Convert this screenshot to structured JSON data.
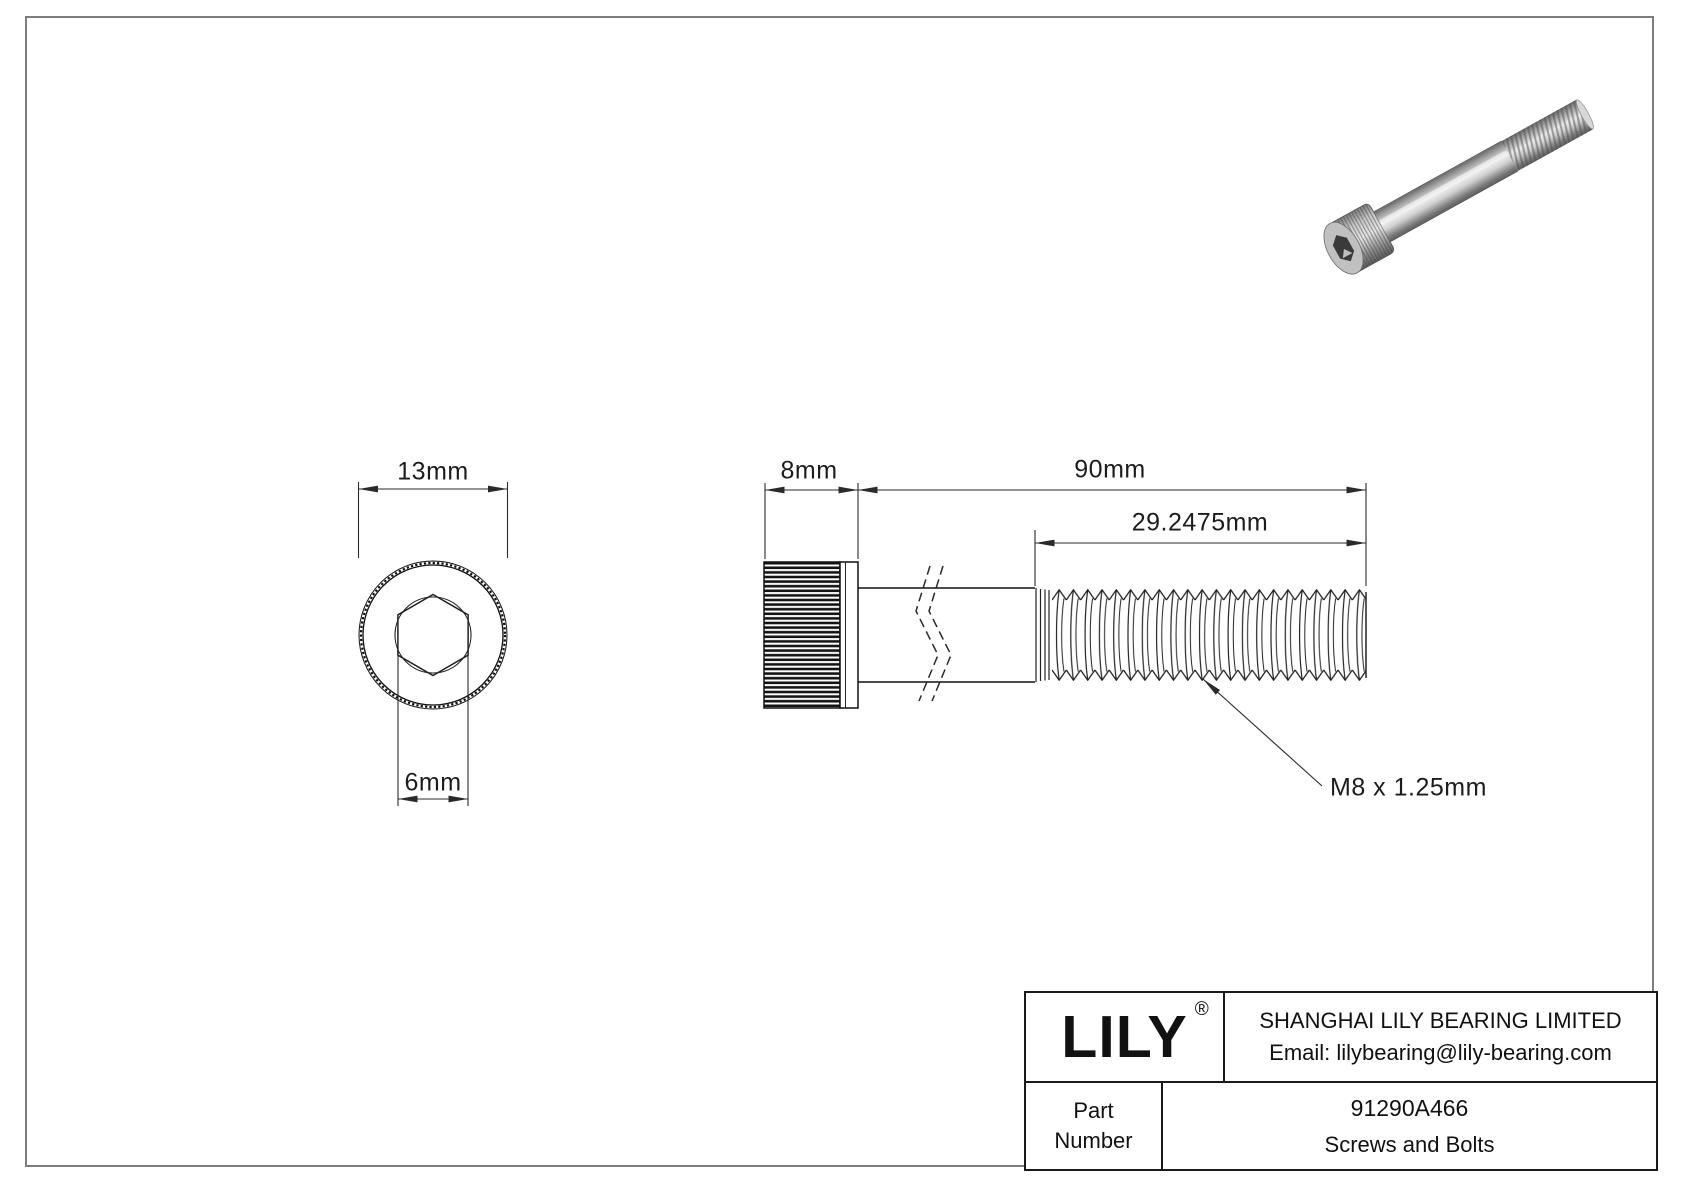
{
  "drawing": {
    "front_view": {
      "dim_head_diameter": "13mm",
      "dim_socket_width": "6mm"
    },
    "side_view": {
      "dim_head_height": "8mm",
      "dim_shank_length": "90mm",
      "dim_thread_length": "29.2475mm",
      "thread_label": "M8 x 1.25mm"
    }
  },
  "title_block": {
    "logo": "LILY",
    "registered_mark": "®",
    "company": "SHANGHAI LILY BEARING LIMITED",
    "email": "Email: lilybearing@lily-bearing.com",
    "part_label_line1": "Part",
    "part_label_line2": "Number",
    "part_number": "91290A466",
    "category": "Screws and Bolts"
  },
  "colors": {
    "line": "#1c1c1c",
    "dimension_line": "#2a2a2a",
    "frame": "#7d7d7d",
    "background": "#ffffff",
    "metal_light": "#e6e6e6",
    "metal_mid": "#9a9a9a",
    "metal_dark": "#4f4f4f"
  }
}
